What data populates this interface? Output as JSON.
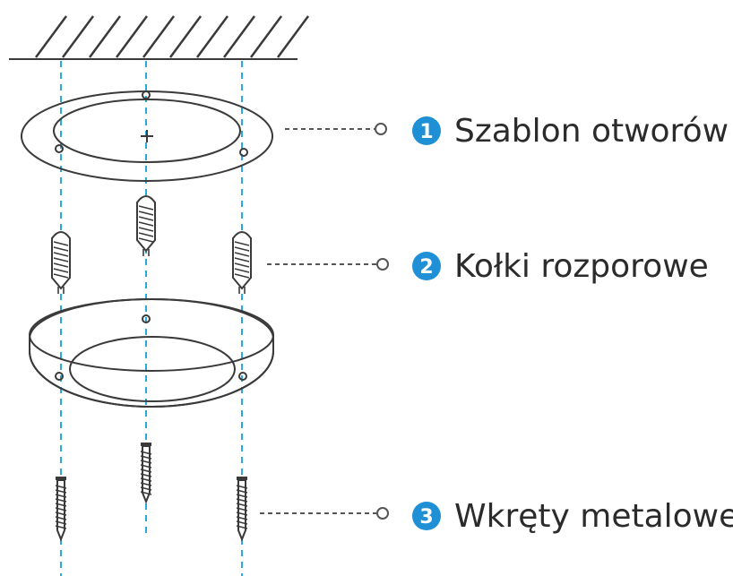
{
  "colors": {
    "guide": "#29a9df",
    "badge": "#1f8fd6",
    "line": "#3a3a3a"
  },
  "callouts": [
    {
      "number": "1",
      "label": "Szablon otworów"
    },
    {
      "number": "2",
      "label": "Kołki rozporowe"
    },
    {
      "number": "3",
      "label": "Wkręty metalowe"
    }
  ],
  "icons": {
    "ceiling": "ceiling-hatch-icon",
    "template": "drill-template-icon",
    "anchor": "wall-anchor-icon",
    "base": "mounting-base-icon",
    "screw": "metal-screw-icon"
  }
}
